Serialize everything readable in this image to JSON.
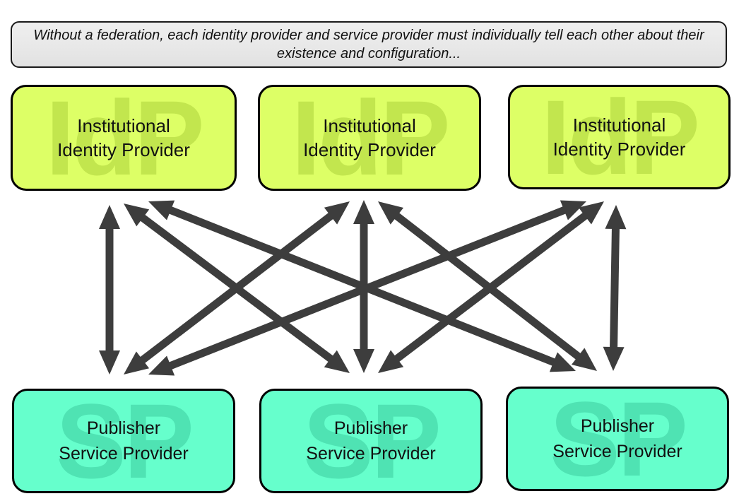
{
  "caption": "Without a federation, each identity provider and service provider must individually tell each other about their existence and configuration...",
  "identity_providers": [
    {
      "line1": "Institutional",
      "line2": "Identity Provider",
      "watermark": "IdP"
    },
    {
      "line1": "Institutional",
      "line2": "Identity Provider",
      "watermark": "IdP"
    },
    {
      "line1": "Institutional",
      "line2": "Identity Provider",
      "watermark": "IdP"
    }
  ],
  "service_providers": [
    {
      "line1": "Publisher",
      "line2": "Service Provider",
      "watermark": "SP"
    },
    {
      "line1": "Publisher",
      "line2": "Service Provider",
      "watermark": "SP"
    },
    {
      "line1": "Publisher",
      "line2": "Service Provider",
      "watermark": "SP"
    }
  ],
  "connections": [
    {
      "from": "idp-1",
      "to": "sp-1"
    },
    {
      "from": "idp-1",
      "to": "sp-2"
    },
    {
      "from": "idp-1",
      "to": "sp-3"
    },
    {
      "from": "idp-2",
      "to": "sp-1"
    },
    {
      "from": "idp-2",
      "to": "sp-2"
    },
    {
      "from": "idp-2",
      "to": "sp-3"
    },
    {
      "from": "idp-3",
      "to": "sp-1"
    },
    {
      "from": "idp-3",
      "to": "sp-2"
    },
    {
      "from": "idp-3",
      "to": "sp-3"
    }
  ],
  "colors": {
    "idp_fill": "#ddff66",
    "sp_fill": "#66ffcc",
    "arrow": "#3d3d3d",
    "border": "#000000"
  }
}
